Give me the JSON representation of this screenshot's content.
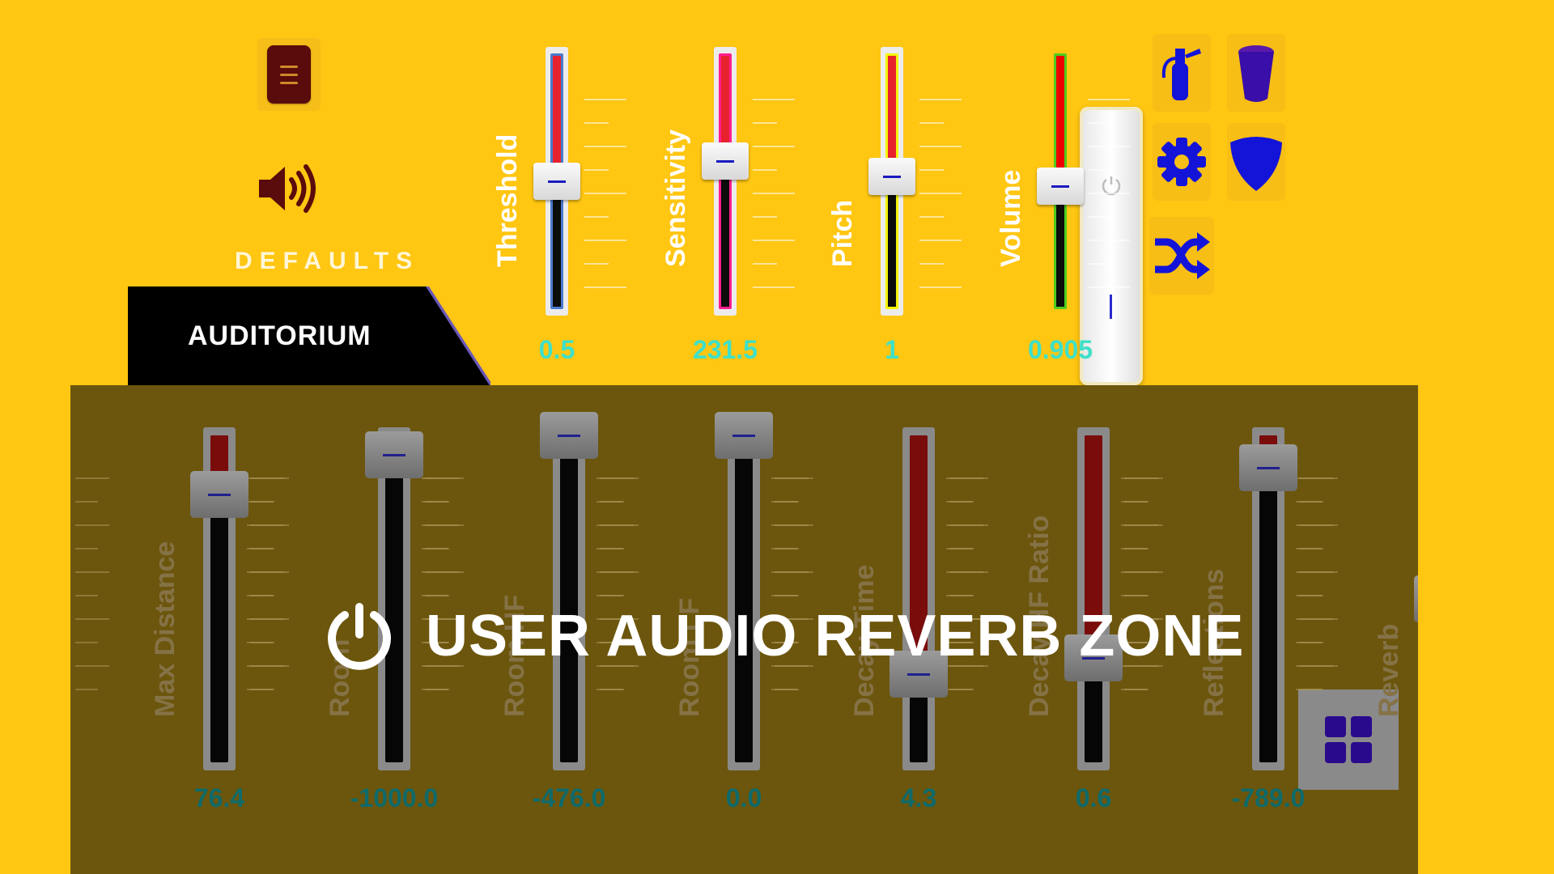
{
  "top": {
    "defaults_label": "DEFAULTS",
    "preset_tab_label": "AUDITORIUM"
  },
  "top_sliders": [
    {
      "label": "Threshold",
      "value_text": "0.5",
      "fill_color": "#E8222D",
      "lower_border": "#4A7ACC",
      "level": 0.5
    },
    {
      "label": "Sensitivity",
      "value_text": "231.5",
      "fill_color": "#E8222D",
      "lower_border": "#FF1E8E",
      "level": 0.58
    },
    {
      "label": "Pitch",
      "value_text": "1",
      "fill_color": "#E8222D",
      "lower_border": "#F4F400",
      "level": 0.52
    },
    {
      "label": "Volume",
      "value_text": "0.905",
      "fill_color": "#EE0000",
      "lower_border": "#4FCC1E",
      "level": 0.48
    }
  ],
  "bottom_sliders": [
    {
      "label": "Max  Distance",
      "value_text": "76.4",
      "level": 0.82
    },
    {
      "label": "Room",
      "value_text": "-1000.0",
      "level": 0.94
    },
    {
      "label": "Room HF",
      "value_text": "-476.0",
      "level": 1.0
    },
    {
      "label": "Room  LF",
      "value_text": "0.0",
      "level": 1.0
    },
    {
      "label": "Decay Time",
      "value_text": "4.3",
      "level": 0.27
    },
    {
      "label": "Decay  HF Ratio",
      "value_text": "0.6",
      "level": 0.32
    },
    {
      "label": "Reflections",
      "value_text": "-789.0",
      "level": 0.9
    },
    {
      "label": "Reverb",
      "value_text": "-",
      "level": 0.5
    }
  ],
  "overlay": {
    "title": "USER AUDIO REVERB ZONE"
  },
  "icons": {
    "menu": "menu-document-icon",
    "speaker": "speaker-icon",
    "extinguisher": "fire-extinguisher-icon",
    "cup": "cup-icon",
    "settings": "gear-icon",
    "shield": "shield-icon",
    "shuffle": "shuffle-icon",
    "grid": "grid-icon",
    "power": "power-icon"
  },
  "colors": {
    "background": "#FFC612",
    "icon_blue": "#1414D8",
    "icon_dark_red": "#5A0B0B",
    "value_cyan": "#3EE0C8"
  }
}
